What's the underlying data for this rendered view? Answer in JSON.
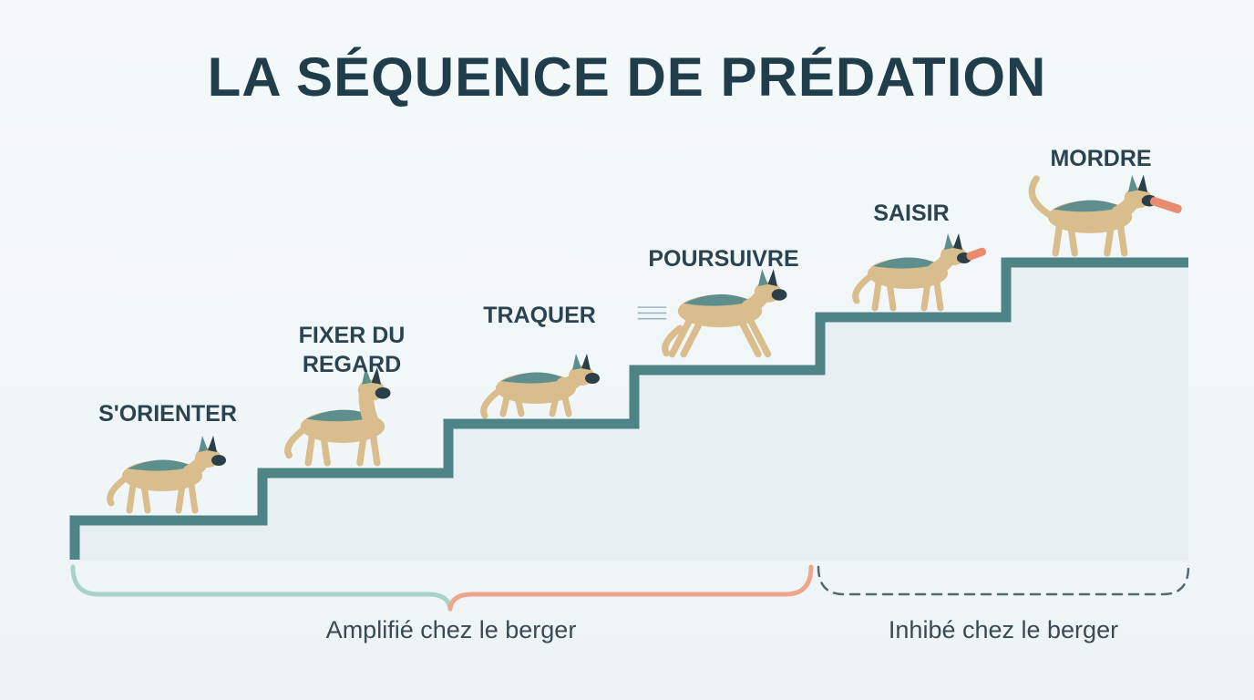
{
  "title": "LA SÉQUENCE DE PRÉDATION",
  "steps": [
    {
      "label": "S'ORIENTER"
    },
    {
      "label": "FIXER DU REGARD"
    },
    {
      "label": "TRAQUER"
    },
    {
      "label": "POURSUIVRE"
    },
    {
      "label": "SAISIR"
    },
    {
      "label": "MORDRE"
    }
  ],
  "ranges": {
    "amplified": "Amplifié chez le berger",
    "inhibited": "Inhibé chez le berger"
  },
  "colors": {
    "title": "#1f3d4a",
    "stair": "#4f8486",
    "stair_fill": "#e8eff3",
    "dog_body": "#d9bd8c",
    "dog_back": "#5e8f8c",
    "dog_dark": "#2a3f48",
    "toy": "#e98b6f",
    "bracket_green": "#a9d3c6",
    "bracket_orange": "#eea58b",
    "bracket_dashed": "#55676d"
  },
  "icons": {
    "dog": "german-shepherd-icon",
    "toy": "bite-toy-icon"
  }
}
